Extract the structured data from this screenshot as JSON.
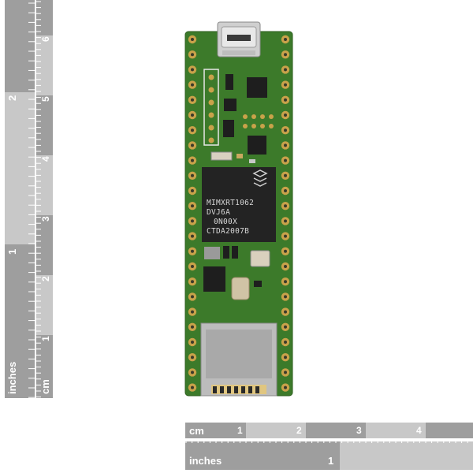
{
  "ruler_vertical": {
    "cm_label": "cm",
    "inch_label": "inches",
    "cm_numbers": [
      "1",
      "2",
      "3",
      "4",
      "5",
      "6"
    ],
    "inch_numbers": [
      "1",
      "2"
    ]
  },
  "ruler_horizontal": {
    "cm_label": "cm",
    "inch_label": "inches",
    "cm_numbers": [
      "1",
      "2",
      "3",
      "4"
    ],
    "inch_numbers": [
      "1"
    ]
  },
  "board": {
    "chip_lines": [
      "MIMXRT1062",
      "DVJ6A",
      "0N00X",
      "CTDA2007B"
    ],
    "pcb_color": "#3c7a2a",
    "pad_color": "#c9a24a"
  }
}
